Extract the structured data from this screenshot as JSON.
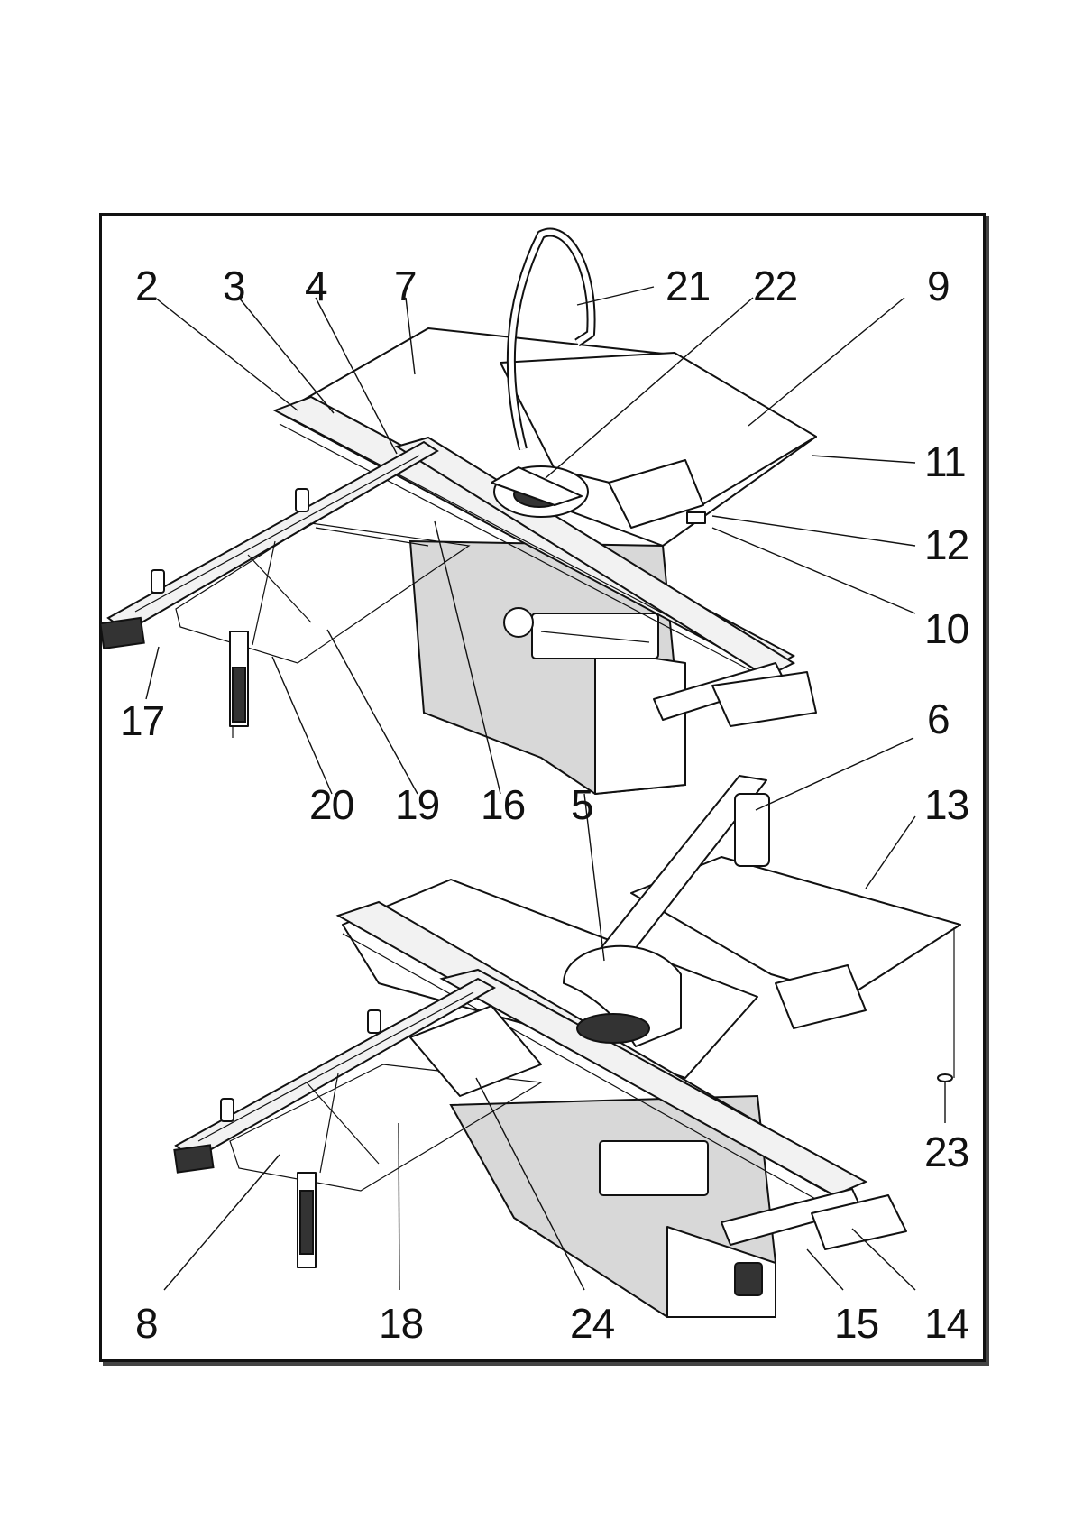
{
  "labels": {
    "n2": "2",
    "n3": "3",
    "n4": "4",
    "n7": "7",
    "n21": "21",
    "n22": "22",
    "n9": "9",
    "n11": "11",
    "n12": "12",
    "n10": "10",
    "n17": "17",
    "n6": "6",
    "n20": "20",
    "n19": "19",
    "n16": "16",
    "n5": "5",
    "n13": "13",
    "n23": "23",
    "n8": "8",
    "n18": "18",
    "n24": "24",
    "n15": "15",
    "n14": "14"
  },
  "icons": {
    "upper_machine": "panel-saw-with-dust-hood-icon",
    "lower_machine": "panel-saw-with-overhead-guard-icon"
  }
}
